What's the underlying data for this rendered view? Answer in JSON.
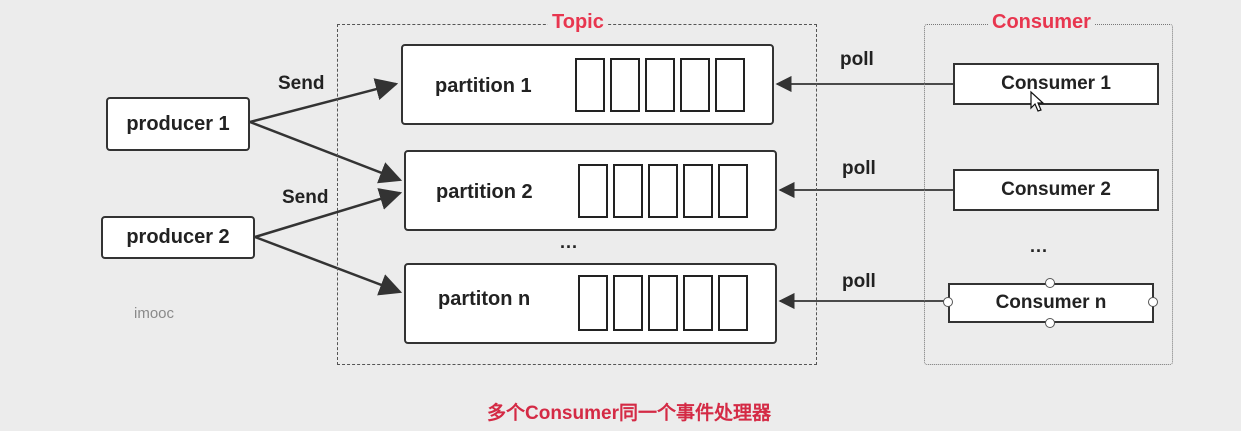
{
  "diagram": {
    "topic": {
      "title": "Topic"
    },
    "consumer_group": {
      "title": "Consumer"
    },
    "producers": [
      {
        "label": "producer 1"
      },
      {
        "label": "producer 2"
      }
    ],
    "send_labels": [
      "Send",
      "Send"
    ],
    "partitions": [
      {
        "label": "partition 1"
      },
      {
        "label": "partition 2"
      },
      {
        "label": "partiton n"
      }
    ],
    "partition_ellipsis": "...",
    "consumers": [
      {
        "label": "Consumer 1"
      },
      {
        "label": "Consumer 2"
      },
      {
        "label": "Consumer n"
      }
    ],
    "consumer_ellipsis": "...",
    "poll_labels": [
      "poll",
      "poll",
      "poll"
    ],
    "watermark": "imooc",
    "caption": "多个Consumer同一个事件处理器",
    "colors": {
      "accent_title": "#e8364f",
      "caption": "#d42a45",
      "stroke": "#333333",
      "background": "#ececec"
    }
  }
}
